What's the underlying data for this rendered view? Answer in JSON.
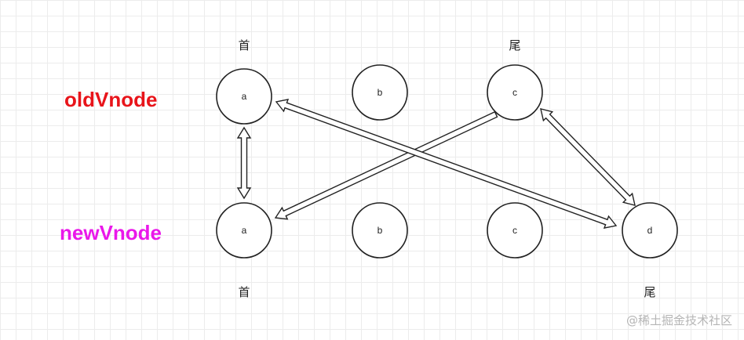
{
  "row_labels": {
    "old": {
      "text": "oldVnode",
      "color": "#e8141a"
    },
    "new": {
      "text": "newVnode",
      "color": "#ea18ea"
    }
  },
  "old_nodes": [
    "a",
    "b",
    "c"
  ],
  "new_nodes": [
    "a",
    "b",
    "c",
    "d"
  ],
  "markers": {
    "old_head": "首",
    "old_tail": "尾",
    "new_head": "首",
    "new_tail": "尾"
  },
  "colors": {
    "stroke": "#222222",
    "grid": "#ececec"
  },
  "watermark": "@稀土掘金技术社区"
}
